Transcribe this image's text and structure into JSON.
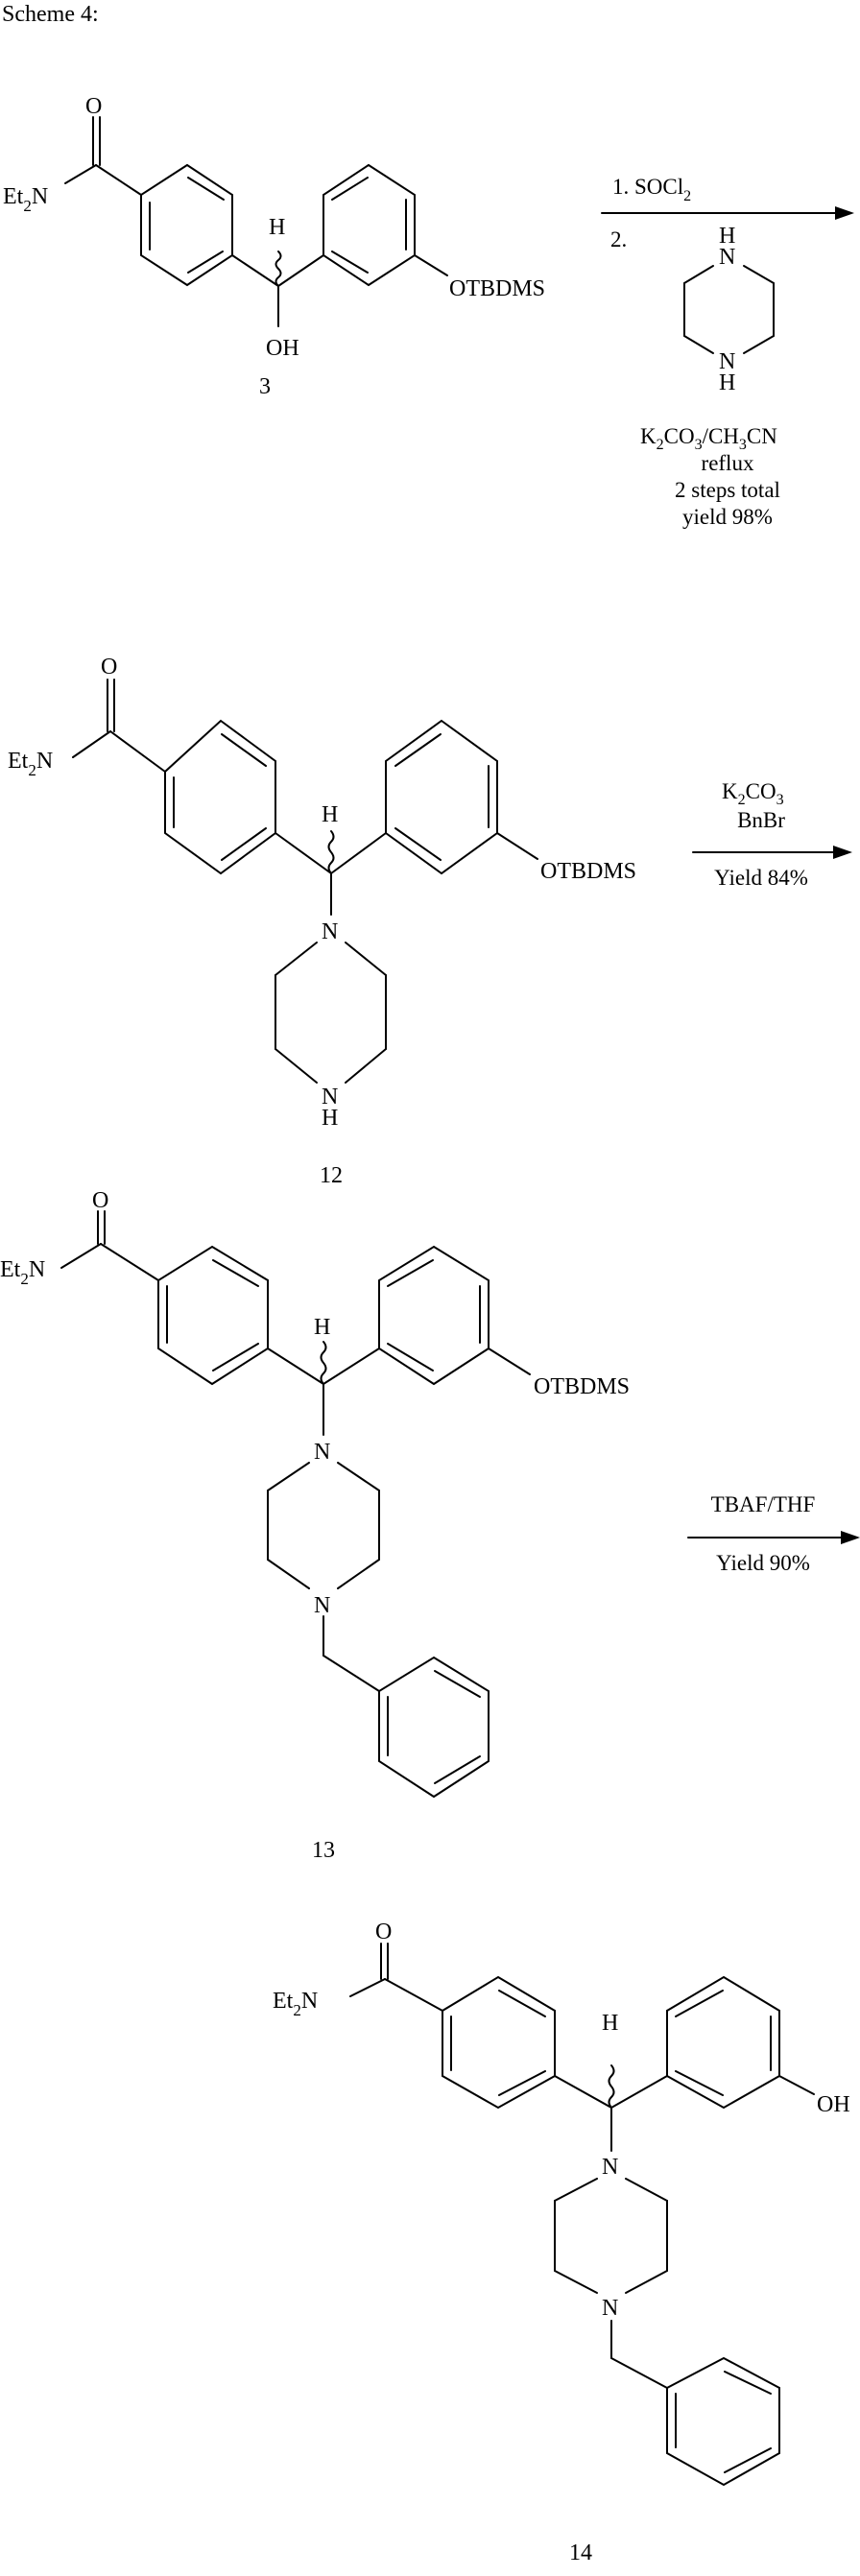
{
  "scheme": {
    "title": "Scheme 4:"
  },
  "compounds": [
    {
      "id": "3",
      "label": "3",
      "substituents": {
        "amide": "Et2N",
        "carbonyl_O": "O",
        "stereo_H": "H",
        "central_group": "OH",
        "aryl_group": "OTBDMS"
      }
    },
    {
      "id": "12",
      "label": "12",
      "substituents": {
        "amide": "Et2N",
        "carbonyl_O": "O",
        "stereo_H": "H",
        "piperazine_N1": "N",
        "piperazine_N4": "NH",
        "aryl_group": "OTBDMS"
      }
    },
    {
      "id": "13",
      "label": "13",
      "substituents": {
        "amide": "Et2N",
        "carbonyl_O": "O",
        "stereo_H": "H",
        "piperazine_N1": "N",
        "piperazine_N4": "N",
        "n_substituent": "benzyl",
        "aryl_group": "OTBDMS"
      }
    },
    {
      "id": "14",
      "label": "14",
      "substituents": {
        "amide": "Et2N",
        "carbonyl_O": "O",
        "stereo_H": "H",
        "piperazine_N1": "N",
        "piperazine_N4": "N",
        "n_substituent": "benzyl",
        "aryl_group": "OH"
      }
    }
  ],
  "labels": {
    "O": "O",
    "Et": "Et",
    "sub2": "2",
    "N": "N",
    "H": "H",
    "OH": "OH",
    "OTBDMS": "OTBDMS"
  },
  "reactions": [
    {
      "step": 1,
      "from": "3",
      "to": "12",
      "above": {
        "prefix": "1. SOCl",
        "subscript": "2"
      },
      "below_prefix": "2.",
      "reagent_structure": "piperazine",
      "conditions_line1": {
        "a": "K",
        "a_sub": "2",
        "b": "CO",
        "b_sub": "3",
        "c": "/CH",
        "c_sub": "3",
        "d": "CN"
      },
      "conditions": [
        "reflux",
        "2 steps total",
        "yield 98%"
      ]
    },
    {
      "step": 2,
      "from": "12",
      "to": "13",
      "above_line1": {
        "a": "K",
        "a_sub": "2",
        "b": "CO",
        "b_sub": "3"
      },
      "above_line2": "BnBr",
      "below": "Yield 84%"
    },
    {
      "step": 3,
      "from": "13",
      "to": "14",
      "above": "TBAF/THF",
      "below": "Yield 90%"
    }
  ]
}
